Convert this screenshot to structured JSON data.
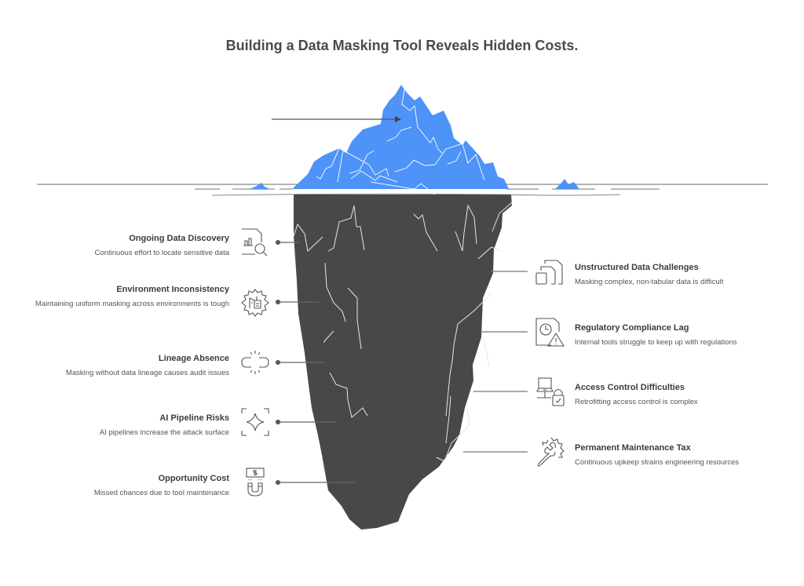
{
  "title": "Building a Data Masking Tool Reveals Hidden Costs.",
  "colors": {
    "tip": "#4d93f8",
    "body": "#484848",
    "text": "#3c3c3c",
    "line": "#6f6f6f"
  },
  "left_items": [
    {
      "title": "Ongoing Data Discovery",
      "description": "Continuous effort to locate sensitive data",
      "icon": "document-chart-search-icon"
    },
    {
      "title": "Environment Inconsistency",
      "description": "Maintaining uniform masking across environments is tough",
      "icon": "gear-building-icon"
    },
    {
      "title": "Lineage Absence",
      "description": "Masking without data lineage causes audit issues",
      "icon": "broken-link-icon"
    },
    {
      "title": "AI Pipeline Risks",
      "description": "AI pipelines increase the attack surface",
      "icon": "sparkle-frame-icon"
    },
    {
      "title": "Opportunity Cost",
      "description": "Missed chances due to tool maintenance",
      "icon": "money-magnet-icon"
    }
  ],
  "right_items": [
    {
      "title": "Unstructured Data Challenges",
      "description": "Masking complex, non-tabular data is difficult",
      "icon": "stacked-documents-icon"
    },
    {
      "title": "Regulatory Compliance Lag",
      "description": "Internal tools struggle to keep up with regulations",
      "icon": "document-clock-warning-icon"
    },
    {
      "title": "Access Control Difficulties",
      "description": "Retrofitting access control is complex",
      "icon": "computer-lock-icon"
    },
    {
      "title": "Permanent Maintenance Tax",
      "description": "Continuous upkeep strains engineering resources",
      "icon": "wrench-gear-icon"
    }
  ]
}
